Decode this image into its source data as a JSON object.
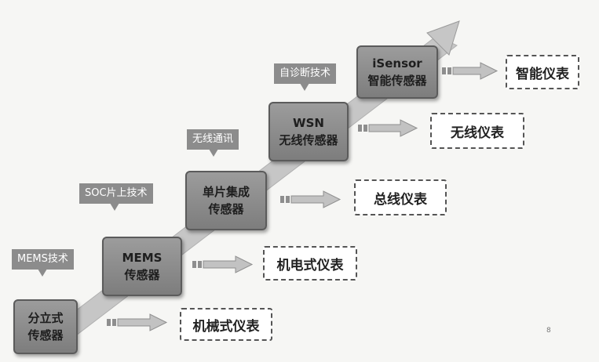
{
  "stages": [
    {
      "line1": "分立式",
      "line2": "传感器"
    },
    {
      "line1": "MEMS",
      "line2": "传感器"
    },
    {
      "line1": "单片集成",
      "line2": "传感器"
    },
    {
      "line1": "WSN",
      "line2": "无线传感器"
    },
    {
      "line1": "iSensor",
      "line2": "智能传感器"
    }
  ],
  "technologies": [
    "MEMS技术",
    "SOC片上技术",
    "无线通讯",
    "自诊断技术"
  ],
  "instruments": [
    "机械式仪表",
    "机电式仪表",
    "总线仪表",
    "无线仪表",
    "智能仪表"
  ],
  "page_number": "8",
  "colors": {
    "background": "#f6f6f4",
    "stage_box": "#8a8a8a",
    "callout": "#8c8c8c",
    "staircase_band": "#c4c4c4",
    "arrow": "#b3b3b3"
  }
}
